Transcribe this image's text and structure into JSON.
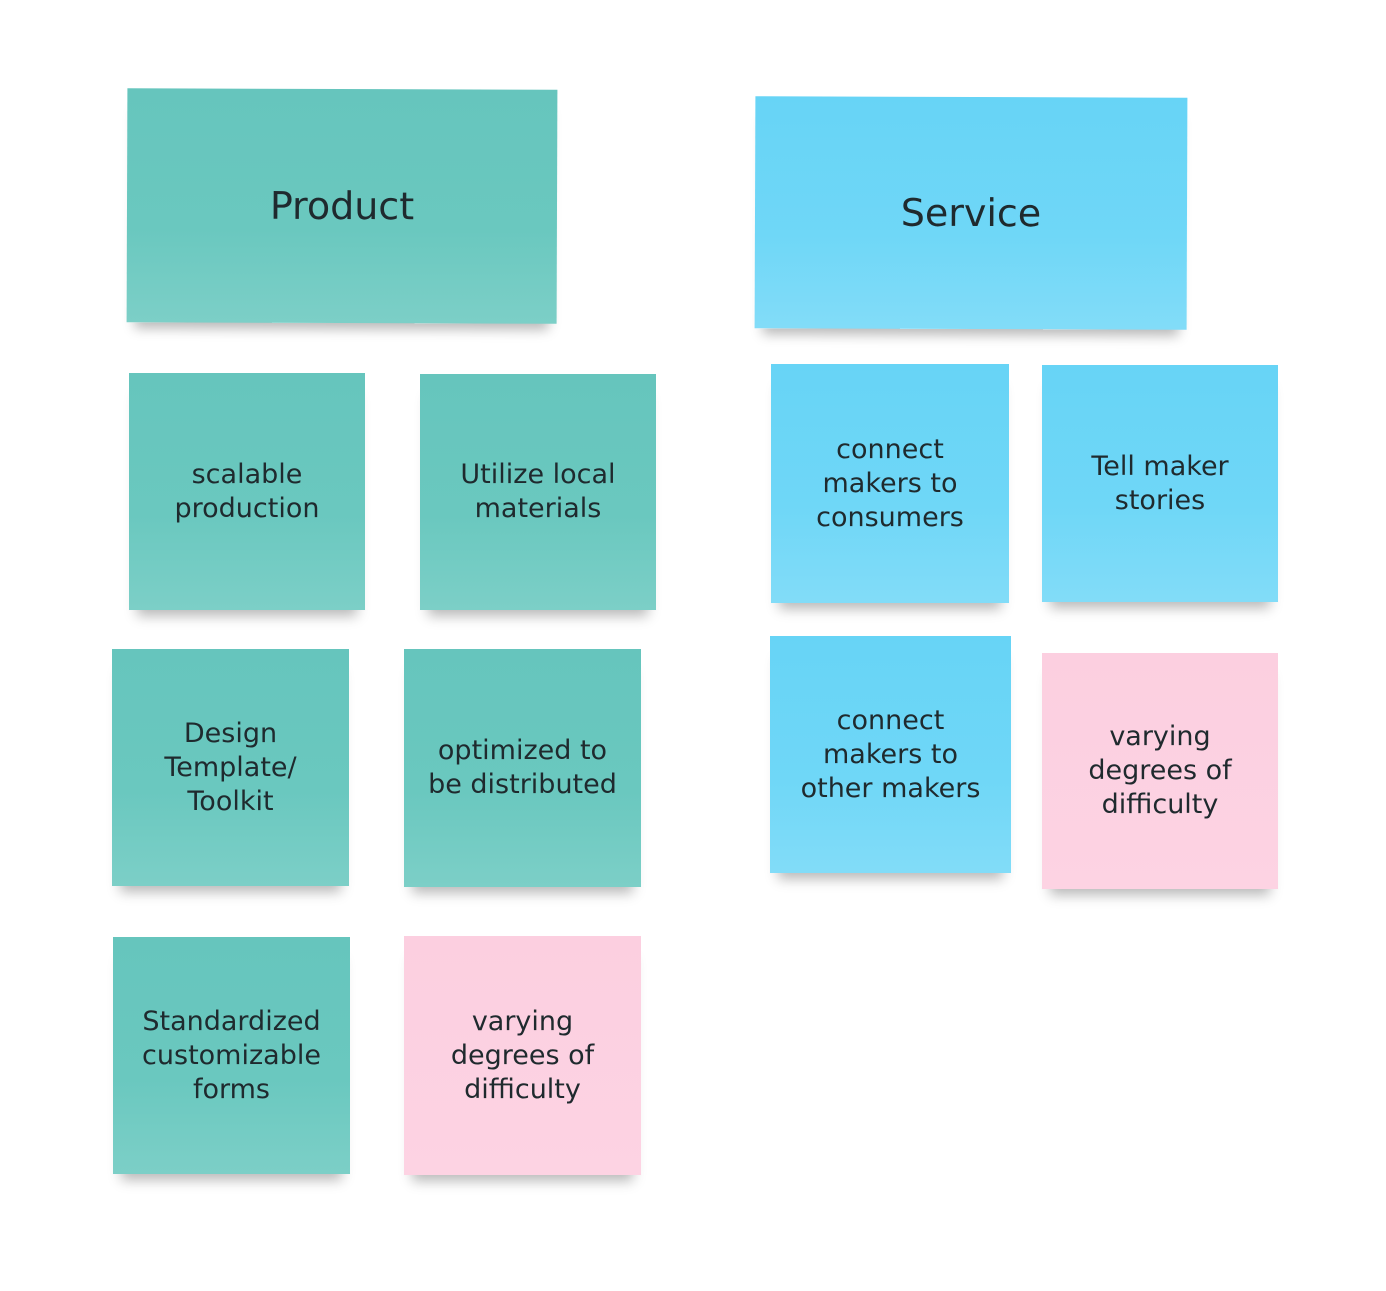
{
  "colors": {
    "teal": "#6ac8bf",
    "blue": "#6fd7f7",
    "pink": "#fdd1e1"
  },
  "product": {
    "title": "Product",
    "notes": [
      {
        "text": "scalable production",
        "color": "teal"
      },
      {
        "text": "Utilize local materials",
        "color": "teal"
      },
      {
        "text": "Design Template/ Toolkit",
        "color": "teal"
      },
      {
        "text": "optimized to be distributed",
        "color": "teal"
      },
      {
        "text": "Standardized customizable forms",
        "color": "teal"
      },
      {
        "text": "varying degrees of difficulty",
        "color": "pink"
      }
    ]
  },
  "service": {
    "title": "Service",
    "notes": [
      {
        "text": "connect makers to consumers",
        "color": "blue"
      },
      {
        "text": "Tell maker stories",
        "color": "blue"
      },
      {
        "text": "connect makers to other makers",
        "color": "blue"
      },
      {
        "text": "varying degrees of difficulty",
        "color": "pink"
      }
    ]
  }
}
